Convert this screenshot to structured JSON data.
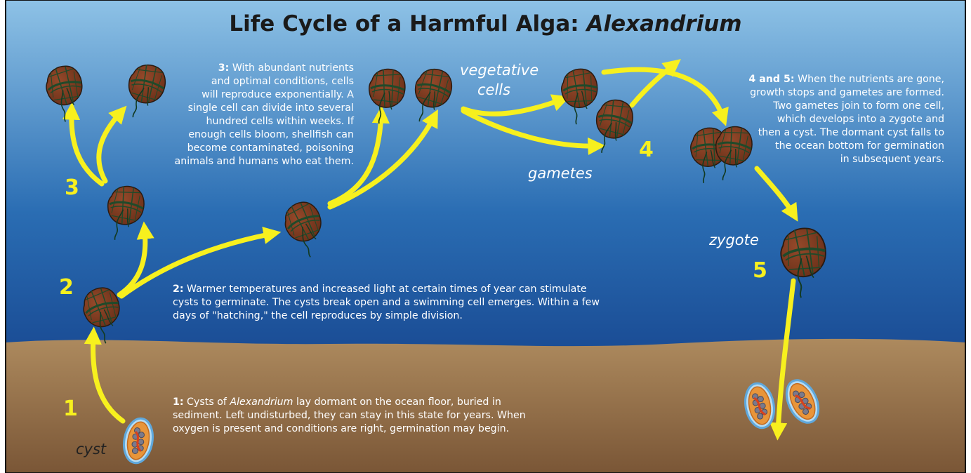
{
  "title": {
    "main": "Life Cycle of a Harmful Alga: ",
    "species": "Alexandrium"
  },
  "steps": {
    "n1": "1",
    "n2": "2",
    "n3": "3",
    "n4": "4",
    "n5": "5"
  },
  "labels": {
    "cyst": "cyst",
    "vegetative": "vegetative",
    "cells": "cells",
    "gametes": "gametes",
    "zygote": "zygote"
  },
  "desc": {
    "s1": {
      "prefix": "1:",
      "l1a": " Cysts of ",
      "l1i": "Alexandrium",
      "l1b": " lay dormant on the ocean floor, buried in",
      "l2": "sediment. Left undisturbed, they can stay in this state for years. When",
      "l3": "oxygen is present and conditions are right, germination may begin."
    },
    "s2": {
      "prefix": "2:",
      "l1": " Warmer temperatures and increased light at certain times of year can stimulate",
      "l2": "cysts to germinate. The cysts break open and a swimming cell emerges. Within a few",
      "l3": "days of \"hatching,\" the cell reproduces by simple division."
    },
    "s3": {
      "prefix": "3:",
      "l1": " With abundant nutrients",
      "l2": "and optimal conditions, cells",
      "l3": "will reproduce exponentially. A",
      "l4": "single cell can divide into several",
      "l5": "hundred cells within weeks. If",
      "l6": "enough cells bloom, shellfish can",
      "l7": "become contaminated, poisoning",
      "l8": "animals and humans who eat them."
    },
    "s45": {
      "prefix": "4 and 5:",
      "l1": " When the nutrients are gone,",
      "l2": "growth stops and gametes are formed.",
      "l3": "Two gametes join to form one cell,",
      "l4": "which develops into a zygote and",
      "l5": "then a cyst. The dormant cyst falls to",
      "l6": "the ocean bottom for germination",
      "l7": "in subsequent years."
    }
  },
  "colors": {
    "ocean_top": "#8ec2e6",
    "ocean_mid": "#1f5fa8",
    "ocean_bottom": "#0c2f7a",
    "sediment_top": "#ad8a5e",
    "sediment_bottom": "#7a5636",
    "arrow": "#f7f01e",
    "cell": "#7a3b22",
    "cell_plate": "#1f4a2a",
    "cyst_fill": "#e8953a",
    "cyst_halo": "#7fc0e8",
    "cyst_granule": "#7a7a8c"
  },
  "icons": {
    "cell": "dinoflagellate-cell-icon",
    "cyst": "dormant-cyst-icon"
  }
}
